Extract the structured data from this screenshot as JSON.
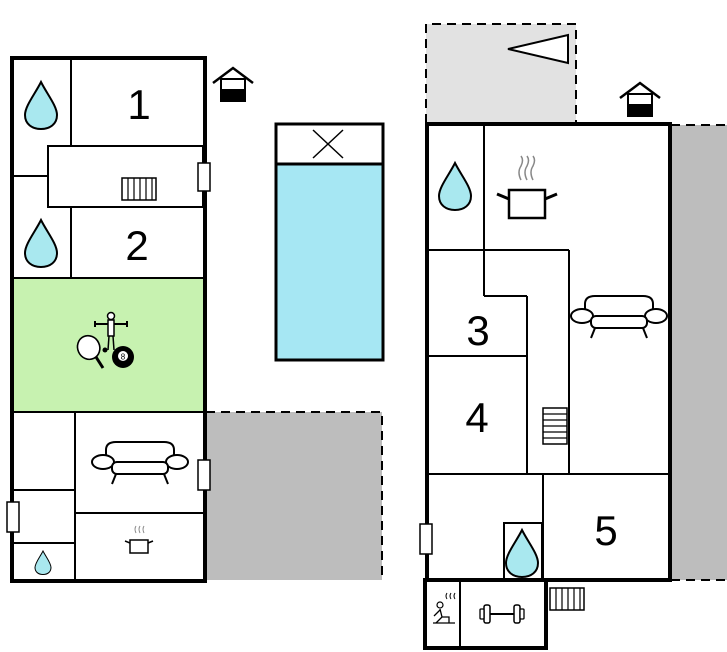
{
  "floorplan": {
    "rooms": {
      "r1": "1",
      "r2": "2",
      "r3": "3",
      "r4": "4",
      "r5": "5"
    },
    "colors": {
      "pool_water": "#a6e7f3",
      "game_room": "#c7f2b0",
      "terrace": "#bdbdbd",
      "terrace_light": "#e2e2e2",
      "water_drop": "#a9e8ef",
      "wall": "#000000"
    },
    "icons": [
      "water-drop-icon",
      "house-entrance-icon",
      "radiator-icon",
      "table-football-icon",
      "table-tennis-icon",
      "billiard-ball-icon",
      "sofa-icon",
      "cooking-pot-icon",
      "north-arrow-icon",
      "stairs-icon",
      "sauna-icon",
      "fitness-dumbbell-icon",
      "door-icon"
    ]
  }
}
